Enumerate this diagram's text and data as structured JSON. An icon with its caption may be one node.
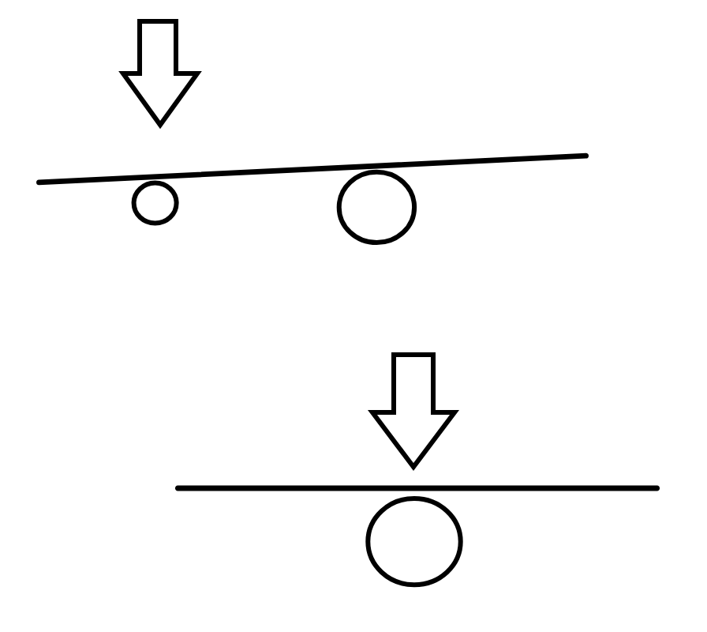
{
  "diagram": {
    "nodes": [
      {
        "text": [],
        "shape": "bar"
      },
      {
        "text": [],
        "shape": "circle"
      },
      {
        "text": [],
        "shape": "circle"
      },
      {
        "text": [],
        "shape": "bar"
      },
      {
        "text": [],
        "shape": "circle"
      }
    ]
  }
}
